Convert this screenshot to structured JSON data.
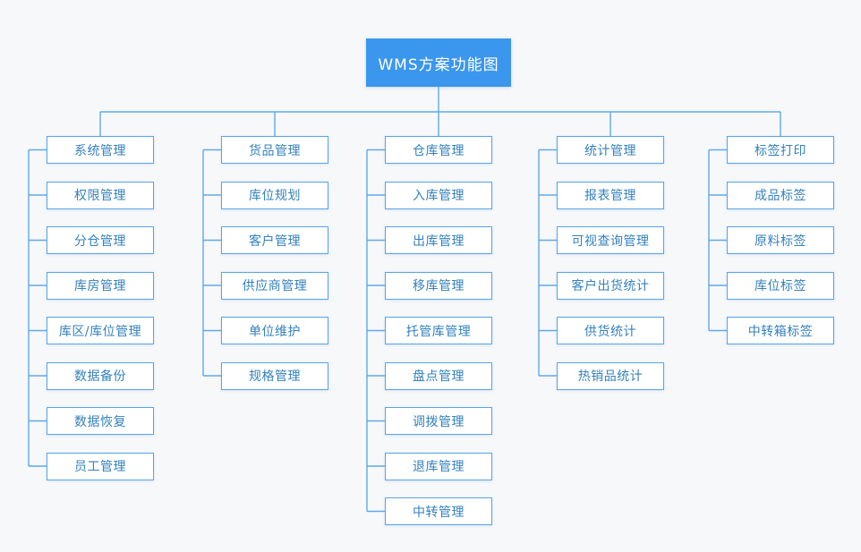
{
  "root": {
    "label": "WMS方案功能图"
  },
  "columns": [
    {
      "parent": "系统管理",
      "children": [
        "权限管理",
        "分仓管理",
        "库房管理",
        "库区/库位管理",
        "数据备份",
        "数据恢复",
        "员工管理"
      ]
    },
    {
      "parent": "货品管理",
      "children": [
        "库位规划",
        "客户管理",
        "供应商管理",
        "单位维护",
        "规格管理"
      ]
    },
    {
      "parent": "仓库管理",
      "children": [
        "入库管理",
        "出库管理",
        "移库管理",
        "托管库管理",
        "盘点管理",
        "调拨管理",
        "退库管理",
        "中转管理"
      ]
    },
    {
      "parent": "统计管理",
      "children": [
        "报表管理",
        "可视查询管理",
        "客户出货统计",
        "供货统计",
        "热销品统计"
      ]
    },
    {
      "parent": "标签打印",
      "children": [
        "成品标签",
        "原料标签",
        "库位标签",
        "中转箱标签"
      ]
    }
  ],
  "colors": {
    "background": "#f7f8fa",
    "root_fill": "#3b96ed",
    "root_text": "#ffffff",
    "node_fill": "#ffffff",
    "node_border": "#56a5e9",
    "node_text": "#3381bd",
    "connector": "#5fa9ea"
  }
}
